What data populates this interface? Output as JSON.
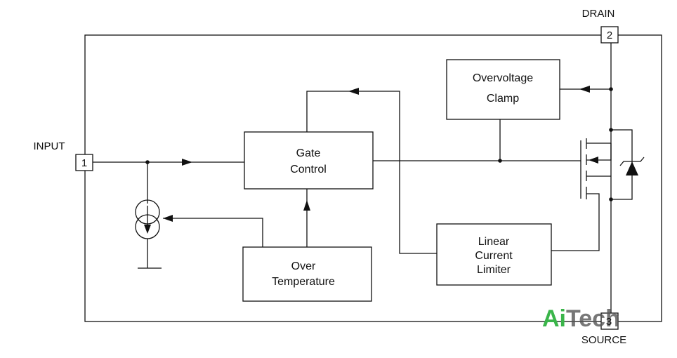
{
  "pins": {
    "drain": {
      "label": "DRAIN",
      "number": "2"
    },
    "input": {
      "label": "INPUT",
      "number": "1"
    },
    "source": {
      "label": "SOURCE",
      "number": "3"
    }
  },
  "blocks": {
    "overvoltage_clamp": [
      "Overvoltage",
      "Clamp"
    ],
    "gate_control": [
      "Gate",
      "Control"
    ],
    "over_temperature": [
      "Over",
      "Temperature"
    ],
    "linear_current_limiter": [
      "Linear",
      "Current",
      "Limiter"
    ]
  },
  "watermark": {
    "part1": "Ai",
    "part2": "Tech",
    "colors": {
      "ai": "#3ab54a",
      "tech": "#555555"
    }
  }
}
